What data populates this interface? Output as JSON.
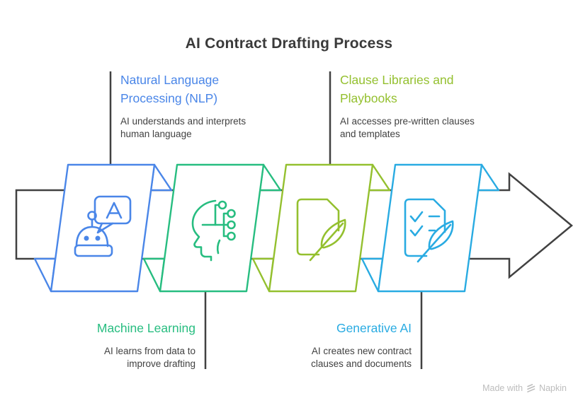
{
  "title": "AI Contract Drafting Process",
  "title_color": "#3A3A3A",
  "arrow_color": "#414141",
  "description_color": "#414141",
  "stages": [
    {
      "name": "Natural Language Processing (NLP)",
      "description": "AI understands and interprets human language",
      "color": "#4A86E8",
      "icon": "robot-chat-translate-icon",
      "label_position": "top"
    },
    {
      "name": "Machine Learning",
      "description": "AI learns from data to improve drafting",
      "color": "#27BD80",
      "icon": "head-circuit-icon",
      "label_position": "bottom"
    },
    {
      "name": "Clause Libraries and Playbooks",
      "description": "AI accesses pre-written clauses and templates",
      "color": "#94C02F",
      "icon": "document-feather-icon",
      "label_position": "top"
    },
    {
      "name": "Generative AI",
      "description": "AI creates new contract clauses and documents",
      "color": "#29ABE2",
      "icon": "checklist-feather-icon",
      "label_position": "bottom"
    }
  ],
  "watermark": {
    "prefix": "Made with",
    "brand": "Napkin",
    "color": "#BDBDBD"
  }
}
